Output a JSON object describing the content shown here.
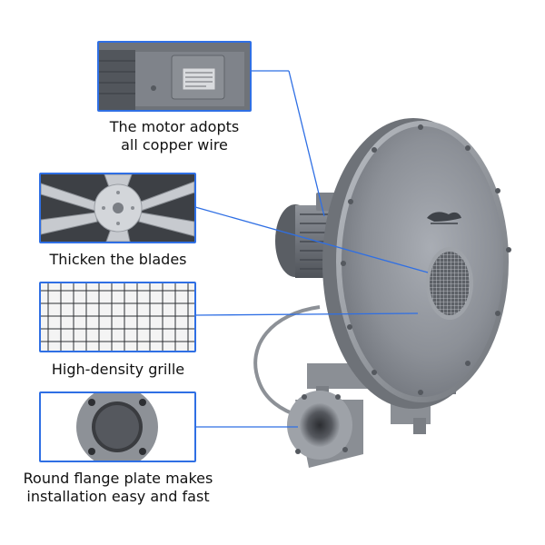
{
  "accent_color": "#2f6fe4",
  "product": {
    "name": "centrifugal blower",
    "brand_mark": "logo"
  },
  "callouts": [
    {
      "id": "motor",
      "caption_line1": "The motor adopts",
      "caption_line2": "all copper wire",
      "icon": "motor-closeup"
    },
    {
      "id": "blades",
      "caption_line1": "Thicken the blades",
      "caption_line2": "",
      "icon": "impeller-blades"
    },
    {
      "id": "grille",
      "caption_line1": "High-density grille",
      "caption_line2": "",
      "icon": "wire-grille"
    },
    {
      "id": "flange",
      "caption_line1": "Round flange plate makes",
      "caption_line2": "installation easy and fast",
      "icon": "round-flange"
    }
  ]
}
